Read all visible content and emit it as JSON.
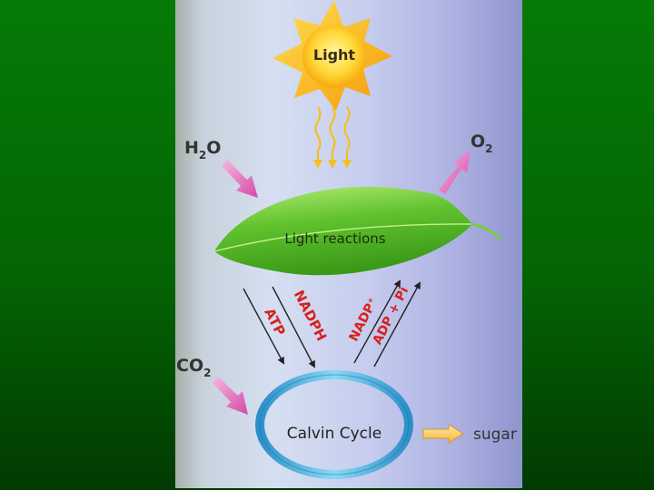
{
  "diagram": {
    "light_label": "Light",
    "water": {
      "main": "H",
      "sub": "2",
      "tail": "O"
    },
    "oxygen": {
      "main": "O",
      "sub": "2"
    },
    "carbon_dioxide": {
      "main": "CO",
      "sub": "2"
    },
    "light_reactions_label": "Light reactions",
    "calvin_cycle_label": "Calvin Cycle",
    "sugar_label": "sugar",
    "atp_label": "ATP",
    "nadph_label": "NADPH",
    "nadp_label": "NADP⁺",
    "adp_pi_label": "ADP + Pi"
  },
  "colors": {
    "sun": "#fbb81c",
    "leaf": "#5cc02a",
    "pink_arrow": "#e060b0",
    "ring": "#3ea8d8",
    "red_text": "#d8201c",
    "dark_text": "#333333"
  }
}
